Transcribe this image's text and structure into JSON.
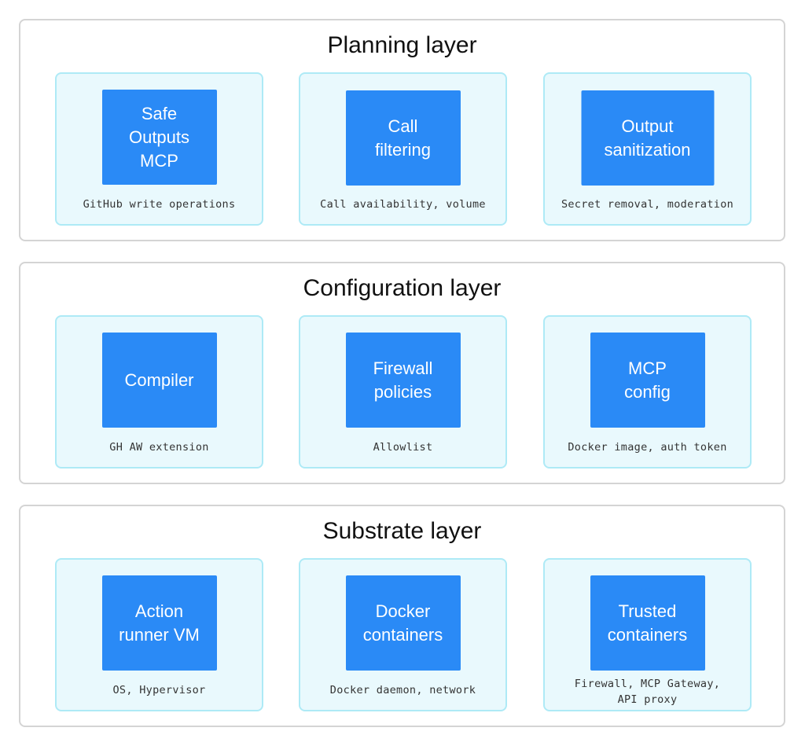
{
  "layers": [
    {
      "title": "Planning layer",
      "cards": [
        {
          "label": "Safe\nOutputs\nMCP",
          "caption": "GitHub write operations"
        },
        {
          "label": "Call\nfiltering",
          "caption": "Call availability, volume"
        },
        {
          "label": "Output\nsanitization",
          "caption": "Secret removal, moderation"
        }
      ]
    },
    {
      "title": "Configuration layer",
      "cards": [
        {
          "label": "Compiler",
          "caption": "GH AW extension"
        },
        {
          "label": "Firewall\npolicies",
          "caption": "Allowlist"
        },
        {
          "label": "MCP\nconfig",
          "caption": "Docker image, auth token"
        }
      ]
    },
    {
      "title": "Substrate layer",
      "cards": [
        {
          "label": "Action\nrunner VM",
          "caption": "OS, Hypervisor"
        },
        {
          "label": "Docker\ncontainers",
          "caption": "Docker daemon, network"
        },
        {
          "label": "Trusted\ncontainers",
          "caption": "Firewall, MCP Gateway,\nAPI proxy"
        }
      ]
    }
  ],
  "colors": {
    "layer_border": "#d4d4d4",
    "card_fill": "#e9f9fd",
    "card_border": "#aeeaf6",
    "box_fill": "#2a8af6",
    "box_text": "#ffffff"
  }
}
